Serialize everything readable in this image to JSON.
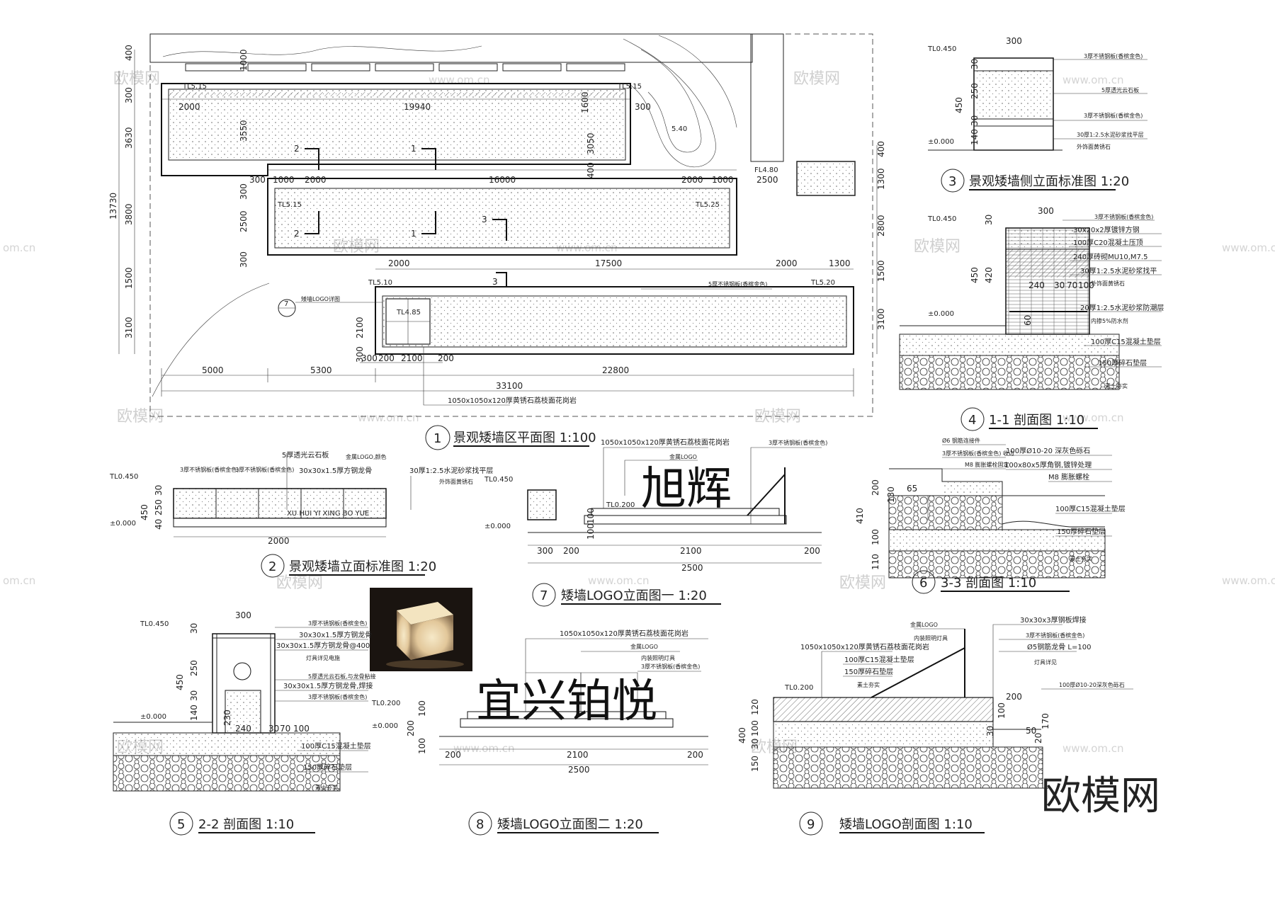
{
  "watermark": {
    "logo": "欧模网",
    "url": "www.om.cn",
    "url_edge": "om.cn"
  },
  "plan": {
    "index": "1",
    "title": "景观矮墙区平面图 1:100",
    "elevations": [
      "TL5.15",
      "TL5.15",
      "TL5.15",
      "TL5.25",
      "TL5.10",
      "TL5.20",
      "TL4.85",
      "FL4.80"
    ],
    "dims_top": [
      "2000",
      "19940",
      "300",
      "1000",
      "2000",
      "16000",
      "2000",
      "1000",
      "300",
      "2500"
    ],
    "dims_row3": [
      "2000",
      "17500",
      "2000",
      "1300"
    ],
    "dims_bottom": [
      "300",
      "200",
      "2100",
      "200"
    ],
    "dims_total": [
      "5000",
      "5300",
      "22800",
      "33100"
    ],
    "dims_left": [
      "400",
      "300",
      "3630",
      "13730",
      "3800",
      "1500",
      "3100",
      "3550",
      "300",
      "2500",
      "300",
      "2100",
      "300"
    ],
    "dims_right": [
      "400",
      "1300",
      "2800",
      "1500",
      "3100"
    ],
    "dims_mid": [
      "1000",
      "1600",
      "3050",
      "400"
    ],
    "cut_marks": [
      "2",
      "1",
      "2",
      "1",
      "3",
      "3"
    ],
    "slope_note": "5.40",
    "logo_ref": "7",
    "logo_ref_label": "矮墙LOGO详图",
    "note_top": "5厚不锈钢板(香槟金色)",
    "note_bottom": "1050x1050x120厚黄锈石荔枝面花岗岩"
  },
  "side_elev": {
    "index": "3",
    "title": "景观矮墙侧立面标准图 1:20",
    "tl_top": "TL0.450",
    "tl_base": "±0.000",
    "dims": [
      "300",
      "450",
      "30",
      "250",
      "30",
      "140"
    ],
    "notes": [
      "3厚不锈钢板(香槟金色)",
      "5厚透光云石板",
      "3厚不锈钢板(香槟金色)",
      "30厚1:2.5水泥砂浆找平层",
      "外饰面黄锈石"
    ]
  },
  "section11": {
    "index": "4",
    "title": "1-1 剖面图 1:10",
    "tl_top": "TL0.450",
    "tl_base": "±0.000",
    "dims": [
      "300",
      "30",
      "450",
      "420",
      "240",
      "30",
      "70",
      "100",
      "60"
    ],
    "notes": [
      "3厚不锈钢板(香槟金色)",
      "30x20x2厚镀锌方钢",
      "100厚C20混凝土压顶",
      "240厚砖砌MU10,M7.5",
      "30厚1:2.5水泥砂浆找平",
      "外饰面黄锈石",
      "20厚1:2.5水泥砂浆防潮层",
      "内掺5%防水剂",
      "100厚C15混凝土垫层",
      "150厚碎石垫层",
      "素土夯实"
    ]
  },
  "std_elev": {
    "index": "2",
    "title": "景观矮墙立面标准图 1:20",
    "tl_top": "TL0.450",
    "tl_base": "±0.000",
    "dims": [
      "450",
      "40",
      "250",
      "30",
      "2000"
    ],
    "text": "XU HUI YI XING BO YUE",
    "notes": [
      "5厚透光云石板",
      "金属LOGO,颜色",
      "3厚不锈钢板(香槟金色)",
      "3厚不锈钢板(香槟金色)",
      "30x30x1.5厚方钢龙骨",
      "30厚1:2.5水泥砂浆找平层",
      "外饰面黄锈石"
    ]
  },
  "logo_elev1": {
    "index": "7",
    "title": "矮墙LOGO立面图一 1:20",
    "brand": "旭辉",
    "tl_top": "TL0.450",
    "tl_base": "±0.000",
    "tl_mid": "TL0.200",
    "dims": [
      "300",
      "200",
      "2100",
      "200",
      "2500",
      "100",
      "100"
    ],
    "notes": [
      "1050x1050x120厚黄锈石荔枝面花岗岩",
      "金属LOGO",
      "3厚不锈钢板(香槟金色)"
    ]
  },
  "section33": {
    "index": "6",
    "title": "3-3 剖面图 1:10",
    "dims": [
      "200",
      "130",
      "65",
      "410",
      "100",
      "110"
    ],
    "notes": [
      "Ø6 钢筋连接件",
      "3厚不锈钢板(香槟金色) 收边",
      "M8 膨胀螺栓固定",
      "100厚Ø10-20 深灰色砾石",
      "100x80x5厚角钢,镀锌处理",
      "M8 膨胀螺栓",
      "100厚C15混凝土垫层",
      "150厚碎石垫层",
      "素土夯实"
    ]
  },
  "section22": {
    "index": "5",
    "title": "2-2 剖面图 1:10",
    "tl_top": "TL0.450",
    "tl_base": "±0.000",
    "dims": [
      "300",
      "30",
      "450",
      "250",
      "30",
      "140",
      "230",
      "240",
      "30",
      "70",
      "100"
    ],
    "notes": [
      "3厚不锈钢板(香槟金色)",
      "30x30x1.5厚方钢龙骨",
      "30x30x1.5厚方钢龙骨@400",
      "灯具详见电施",
      "5厚透光云石板,与龙骨粘接",
      "30x30x1.5厚方钢龙骨,焊接",
      "3厚不锈钢板(香槟金色)",
      "100厚C15混凝土垫层",
      "150厚碎石垫层",
      "素土夯实"
    ]
  },
  "logo_elev2": {
    "index": "8",
    "title": "矮墙LOGO立面图二 1:20",
    "brand": "宜兴铂悦",
    "tl_top": "TL0.200",
    "tl_base": "±0.000",
    "dims": [
      "200",
      "2100",
      "200",
      "2500",
      "100",
      "200",
      "100"
    ],
    "notes": [
      "1050x1050x120厚黄锈石荔枝面花岗岩",
      "金属LOGO",
      "内装照明灯具",
      "3厚不锈钢板(香槟金色)"
    ]
  },
  "logo_section": {
    "index": "9",
    "title": "矮墙LOGO剖面图 1:10",
    "tl_top": "TL0.200",
    "dims": [
      "400",
      "120",
      "100",
      "30",
      "150",
      "200",
      "170",
      "100",
      "50",
      "20",
      "30"
    ],
    "notes": [
      "金属LOGO",
      "内装照明灯具",
      "1050x1050x120厚黄锈石荔枝面花岗岩",
      "100厚C15混凝土垫层",
      "150厚碎石垫层",
      "素土夯实",
      "30x30x3厚钢板焊接",
      "3厚不锈钢板(香槟金色)",
      "Ø5钢筋龙骨 L=100",
      "灯具详见",
      "100厚Ø10-20深灰色砾石"
    ]
  }
}
